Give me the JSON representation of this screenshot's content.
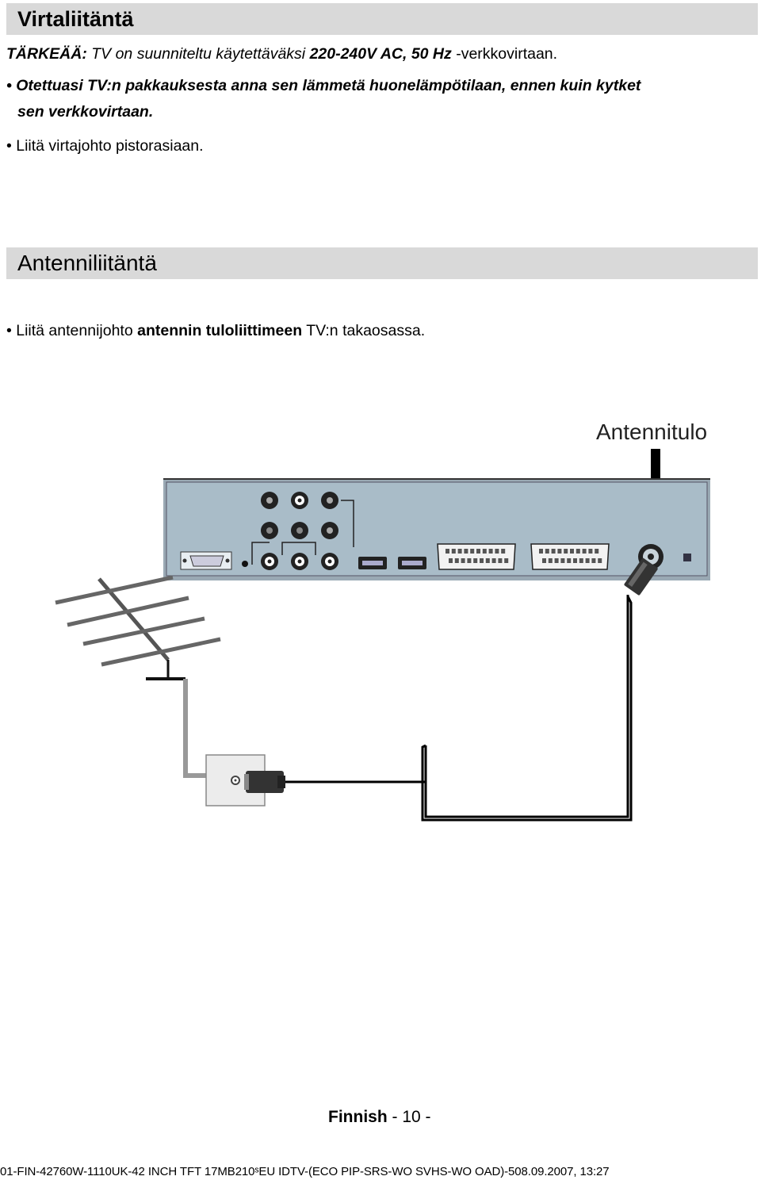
{
  "section1": {
    "heading": "Virtaliitäntä",
    "important_label": "TÄRKEÄÄ:",
    "important_text_1": " TV on suunniteltu käytettäväksi ",
    "important_value": "220-240V AC, 50 Hz",
    "important_text_2": " -verkkovirtaan.",
    "bullet_1_line_1": "• Otettuasi TV:n pakkauksesta anna sen lämmetä huonelämpötilaan, ennen kuin kytket",
    "bullet_1_line_2": "sen verkkovirtaan.",
    "bullet_2": "• Liitä virtajohto pistorasiaan."
  },
  "section2": {
    "heading": "Antenniliitäntä",
    "bullet_pre": "• Liitä antennijohto ",
    "bullet_bold": "antennin tuloliittimeen",
    "bullet_post": " TV:n takaosassa."
  },
  "diagram": {
    "antenna_input_label": "Antennitulo"
  },
  "footer": {
    "language": "Finnish",
    "page": "- 10 -",
    "doc_id": "01-FIN-42760W-1110UK-42 INCH TFT 17MB2​10ˢEU IDTV-(ECO PIP-SRS-WO SVHS-WO OAD)-508.09.2007, 13:27"
  },
  "colors": {
    "header_bg": "#d9d9d9",
    "tv_panel": "#a9bcc8",
    "cable": "#000000",
    "antenna_mast": "#808080"
  }
}
